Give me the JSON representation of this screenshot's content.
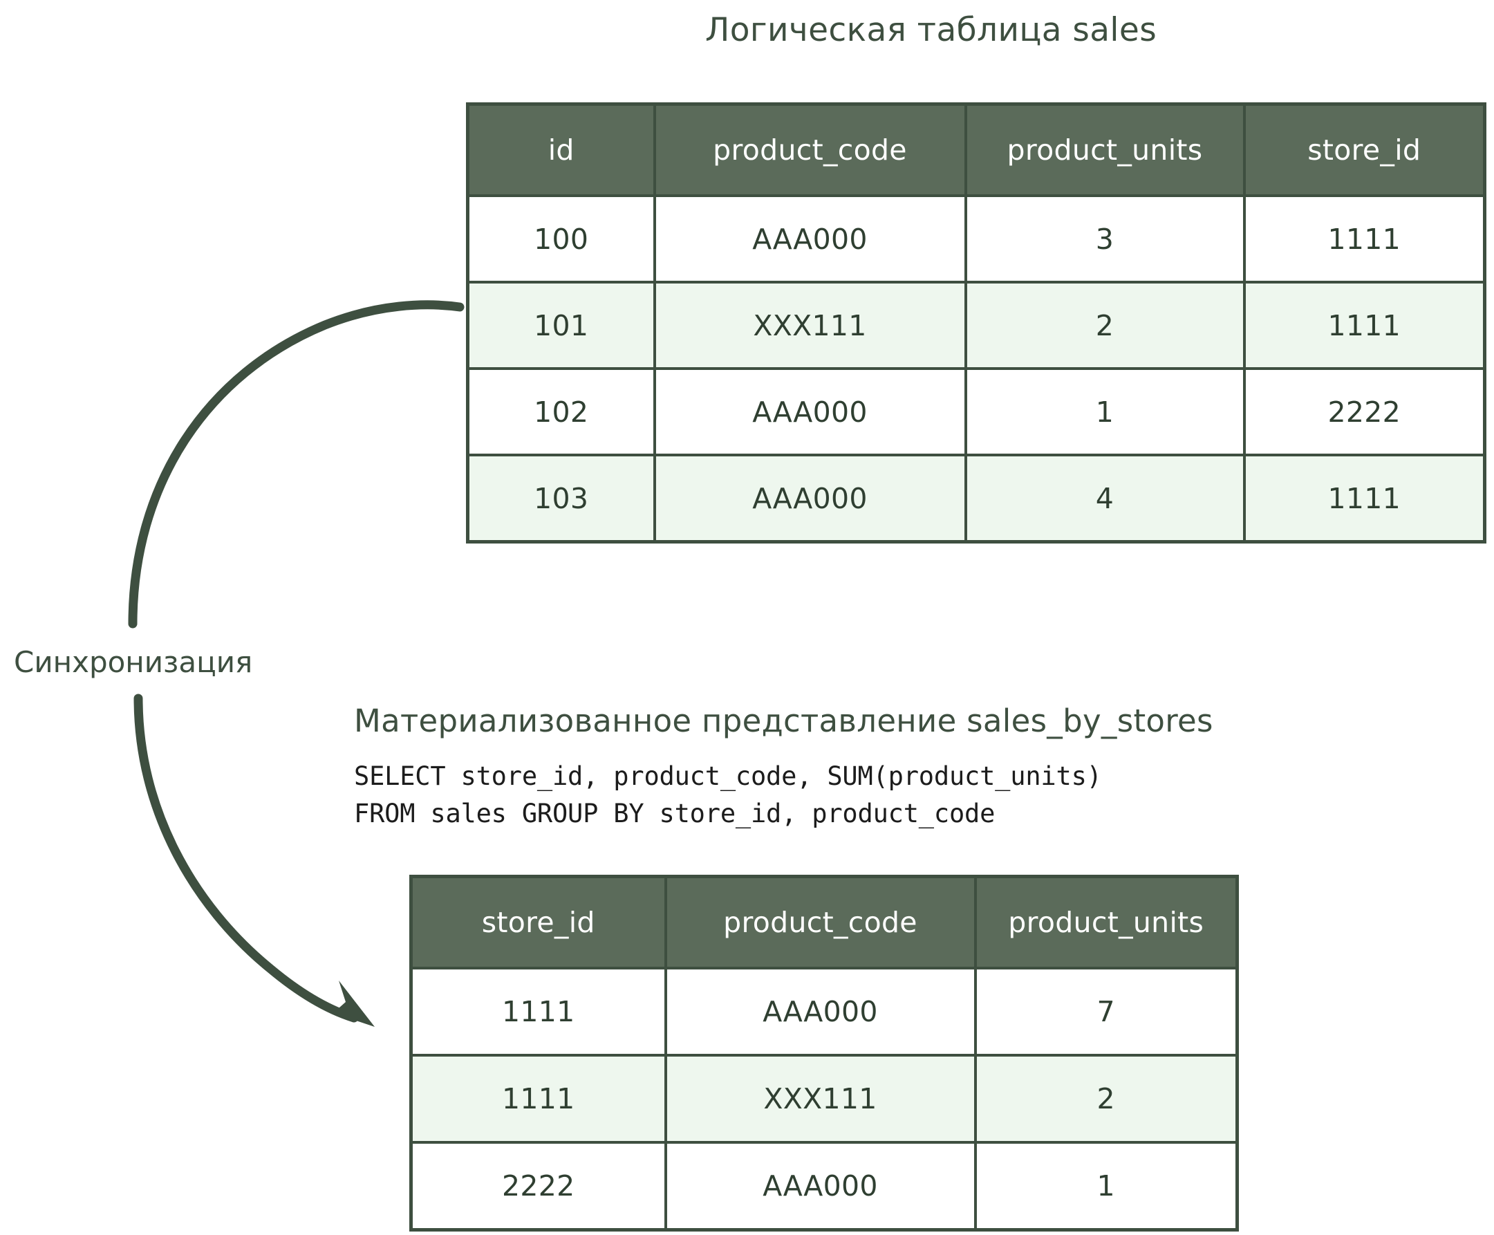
{
  "diagram": {
    "title": "Логическая таблица sales",
    "sync_label": "Синхронизация",
    "view_title": "Материализованное представление sales_by_stores",
    "sql": "SELECT store_id, product_code, SUM(product_units)\nFROM sales GROUP BY store_id, product_code",
    "arrow_name": "synchronization-arrow",
    "colors": {
      "header_fill": "#5b6b5a",
      "border": "#3e4f40",
      "text": "#2f3f31",
      "row_alt": "#eef7ee",
      "row_base": "#ffffff",
      "arrow": "#3e4f40"
    }
  },
  "table_sales": {
    "name": "sales",
    "columns": [
      "id",
      "product_code",
      "product_units",
      "store_id"
    ],
    "rows": [
      [
        "100",
        "AAA000",
        "3",
        "1111"
      ],
      [
        "101",
        "XXX111",
        "2",
        "1111"
      ],
      [
        "102",
        "AAA000",
        "1",
        "2222"
      ],
      [
        "103",
        "AAA000",
        "4",
        "1111"
      ]
    ]
  },
  "table_view": {
    "name": "sales_by_stores",
    "columns": [
      "store_id",
      "product_code",
      "product_units"
    ],
    "rows": [
      [
        "1111",
        "AAA000",
        "7"
      ],
      [
        "1111",
        "XXX111",
        "2"
      ],
      [
        "2222",
        "AAA000",
        "1"
      ]
    ]
  },
  "chart_data": {
    "type": "table",
    "title": "Логическая таблица sales / Материализованное представление sales_by_stores",
    "tables": [
      {
        "name": "sales",
        "caption": "Логическая таблица sales",
        "columns": [
          "id",
          "product_code",
          "product_units",
          "store_id"
        ],
        "rows": [
          [
            "100",
            "AAA000",
            "3",
            "1111"
          ],
          [
            "101",
            "XXX111",
            "2",
            "1111"
          ],
          [
            "102",
            "AAA000",
            "1",
            "2222"
          ],
          [
            "103",
            "AAA000",
            "4",
            "1111"
          ]
        ]
      },
      {
        "name": "sales_by_stores",
        "caption": "Материализованное представление sales_by_stores",
        "query": "SELECT store_id, product_code, SUM(product_units) FROM sales GROUP BY store_id, product_code",
        "columns": [
          "store_id",
          "product_code",
          "product_units"
        ],
        "rows": [
          [
            "1111",
            "AAA000",
            "7"
          ],
          [
            "1111",
            "XXX111",
            "2"
          ],
          [
            "2222",
            "AAA000",
            "1"
          ]
        ]
      }
    ],
    "annotations": [
      "Синхронизация"
    ]
  }
}
